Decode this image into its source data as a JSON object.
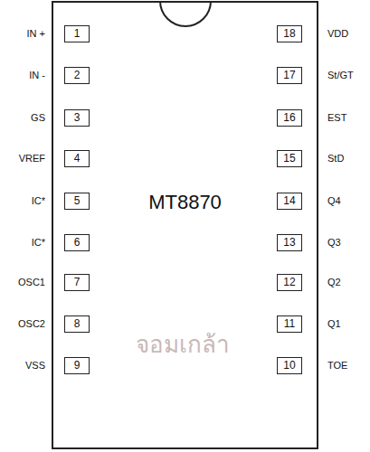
{
  "diagram": {
    "nodes": [
      {
        "text": [
          "MT8870"
        ]
      },
      {
        "text": [
          "1"
        ],
        "in": 0
      },
      {
        "text": [
          "18"
        ],
        "in": 0
      },
      {
        "text": [
          "2"
        ],
        "in": 0
      },
      {
        "text": [
          "17"
        ],
        "in": 0
      },
      {
        "text": [
          "3"
        ],
        "in": 0
      },
      {
        "text": [
          "16"
        ],
        "in": 0
      },
      {
        "text": [
          "4"
        ],
        "in": 0
      },
      {
        "text": [
          "15"
        ],
        "in": 0
      },
      {
        "text": [
          "5"
        ],
        "in": 0
      },
      {
        "text": [
          "14"
        ],
        "in": 0
      },
      {
        "text": [
          "6"
        ],
        "in": 0
      },
      {
        "text": [
          "13"
        ],
        "in": 0
      },
      {
        "text": [
          "7"
        ],
        "in": 0
      },
      {
        "text": [
          "12"
        ],
        "in": 0
      },
      {
        "text": [
          "8"
        ],
        "in": 0
      },
      {
        "text": [
          "11"
        ],
        "in": 0
      },
      {
        "text": [
          "9"
        ],
        "in": 0
      },
      {
        "text": [
          "10"
        ],
        "in": 0
      }
    ],
    "edges": [],
    "labels": [
      "IN +",
      "VDD",
      "IN -",
      "St/GT",
      "GS",
      "EST",
      "VREF",
      "StD",
      "IC*",
      "Q4",
      "IC*",
      "Q3",
      "OSC1",
      "Q2",
      "OSC2",
      "Q1",
      "VSS",
      "TOE",
      "จอมเกล้า"
    ]
  }
}
